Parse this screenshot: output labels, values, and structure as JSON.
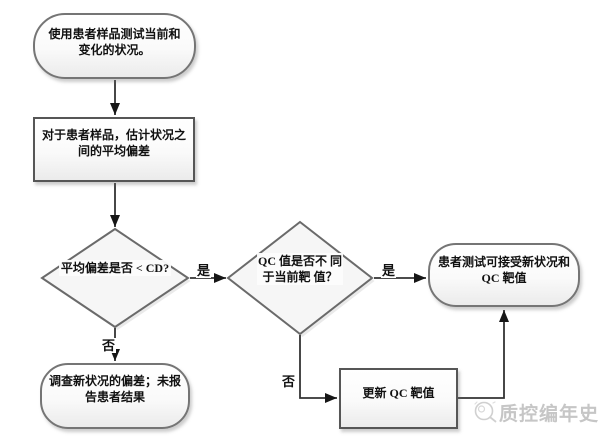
{
  "flow": {
    "nodes": {
      "start": {
        "lines": [
          "使用患者样品测试当前和",
          "变化的状况。"
        ]
      },
      "estimate": {
        "lines": [
          "对于患者样品，估计状况之",
          "间的平均偏差"
        ]
      },
      "bias_q": {
        "lines": [
          "平均偏差是否",
          "< CD?"
        ]
      },
      "qc_q": {
        "lines": [
          "QC 值是否不",
          "同于当前靶",
          "值？"
        ]
      },
      "accept": {
        "lines": [
          "患者测试可接受新状况和",
          "QC 靶值"
        ]
      },
      "investigate": {
        "lines": [
          "调查新状况的偏差；未报",
          "告患者结果"
        ]
      },
      "update": {
        "lines": [
          "更新 QC 靶值"
        ]
      }
    },
    "edge_labels": {
      "bias_yes": "是",
      "bias_no": "否",
      "qc_yes": "是",
      "qc_no": "否"
    }
  },
  "watermark": {
    "brand": "质控编年史",
    "icon": "magnifier-logo"
  },
  "colors": {
    "line": "#333333",
    "arrowhead": "#161616",
    "diamond_border": "#6a6a6a",
    "diamond_fill": "#f6f6f6",
    "shape_border_dark": "#565656",
    "shape_border_light": "#757575",
    "watermark_gray": "#c6c6c6"
  }
}
